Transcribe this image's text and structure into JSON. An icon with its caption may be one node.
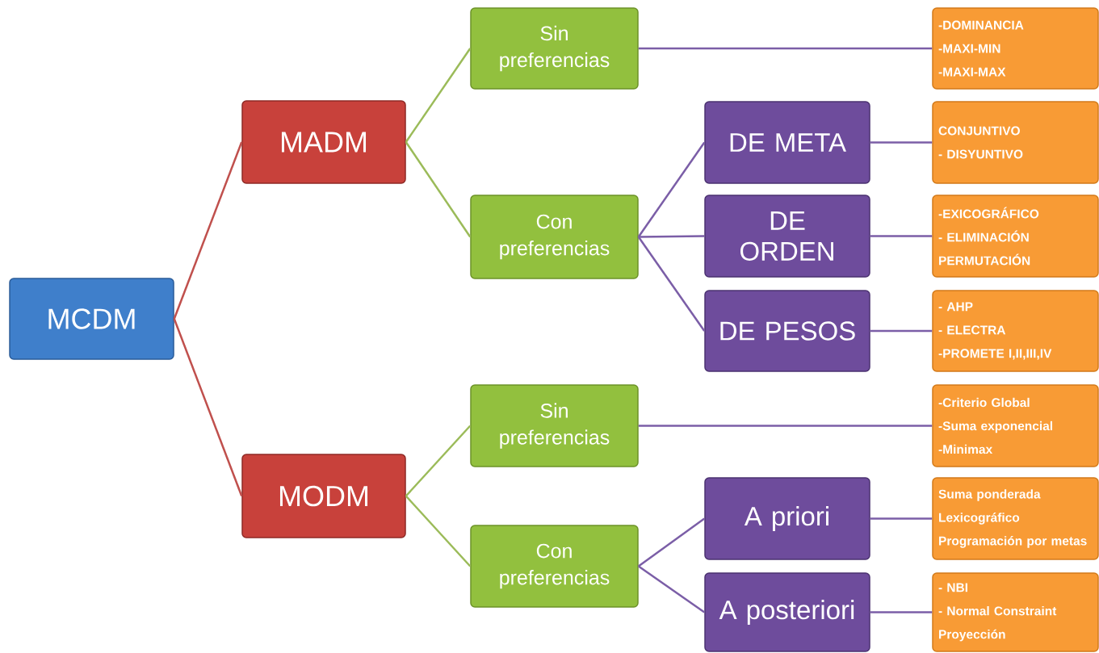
{
  "diagram": {
    "nodes": [
      {
        "text": [
          "MCDM"
        ]
      },
      {
        "text": [
          "MADM"
        ]
      },
      {
        "text": [
          "MODM"
        ]
      },
      {
        "text": [
          "Sin preferencias"
        ]
      },
      {
        "text": [
          "Con preferencias"
        ]
      },
      {
        "text": [
          "DE META"
        ]
      },
      {
        "text": [
          "DE ORDEN"
        ]
      },
      {
        "text": [
          "DE PESOS"
        ]
      },
      {
        "text": [
          "-DOMINANCIA",
          "-MAXI-MIN",
          "-MAXI-MAX"
        ]
      },
      {
        "text": [
          "CONJUNTIVO",
          "- DISYUNTIVO"
        ]
      },
      {
        "text": [
          "-EXICOGRÁFICO",
          "- ELIMINACIÓN",
          "PERMUTACIÓN"
        ]
      },
      {
        "text": [
          "- AHP",
          "- ELECTRA",
          "-PROMETE I,II,III,IV"
        ]
      },
      {
        "text": [
          "Sin preferencias"
        ]
      },
      {
        "text": [
          "Con preferencias"
        ]
      },
      {
        "text": [
          "A priori"
        ]
      },
      {
        "text": [
          "A posteriori"
        ]
      },
      {
        "text": [
          "-Criterio Global",
          "-Suma exponencial",
          "-Minimax"
        ]
      },
      {
        "text": [
          "Suma ponderada",
          "Lexicográfico",
          "Programación por metas"
        ]
      },
      {
        "text": [
          "- NBI",
          "- Normal Constraint",
          "Proyección"
        ]
      }
    ],
    "edges": [
      {
        "from": 0,
        "to": 1,
        "arrow": "none",
        "color": "#c0504d"
      },
      {
        "from": 0,
        "to": 2,
        "arrow": "none",
        "color": "#c0504d"
      },
      {
        "from": 1,
        "to": 3,
        "arrow": "none",
        "color": "#9bbb59"
      },
      {
        "from": 1,
        "to": 4,
        "arrow": "none",
        "color": "#9bbb59"
      },
      {
        "from": 3,
        "to": 8,
        "arrow": "none"
      },
      {
        "from": 4,
        "to": 5,
        "arrow": "none"
      },
      {
        "from": 4,
        "to": 6,
        "arrow": "none"
      },
      {
        "from": 4,
        "to": 7,
        "arrow": "none"
      },
      {
        "from": 5,
        "to": 9,
        "arrow": "none"
      },
      {
        "from": 6,
        "to": 10,
        "arrow": "none"
      },
      {
        "from": 7,
        "to": 11,
        "arrow": "none"
      },
      {
        "from": 2,
        "to": 12,
        "arrow": "none",
        "color": "#9bbb59"
      },
      {
        "from": 2,
        "to": 13,
        "arrow": "none",
        "color": "#9bbb59"
      },
      {
        "from": 12,
        "to": 16,
        "arrow": "none"
      },
      {
        "from": 13,
        "to": 14,
        "arrow": "none"
      },
      {
        "from": 13,
        "to": 15,
        "arrow": "none"
      },
      {
        "from": 14,
        "to": 17,
        "arrow": "none"
      },
      {
        "from": 15,
        "to": 18,
        "arrow": "none"
      }
    ]
  }
}
